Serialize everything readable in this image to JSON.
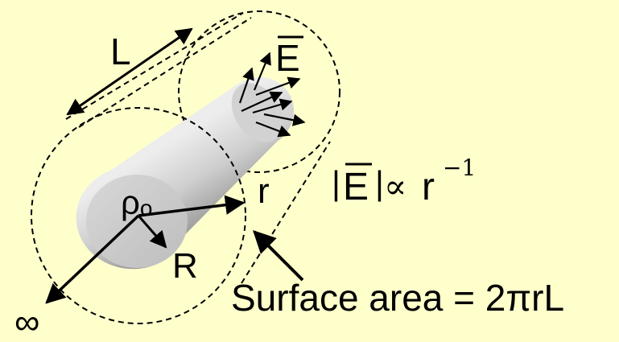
{
  "labels": {
    "length": "L",
    "field": "E",
    "charge_density": "ρ",
    "charge_density_subscript": "o",
    "gauss_radius": "r",
    "cylinder_radius": "R",
    "infinity": "∞",
    "proportionality_bar_left": "|",
    "proportionality_bar_right": "|",
    "proportional_symbol": "∝",
    "proportional_r": "r",
    "proportional_exponent": "−1",
    "surface_area": "Surface area = 2πrL"
  },
  "colors": {
    "background": "#ffffcc",
    "line": "#000000",
    "cylinder_light": "#e6e6e6",
    "cylinder_dark": "#9a9a9a"
  }
}
